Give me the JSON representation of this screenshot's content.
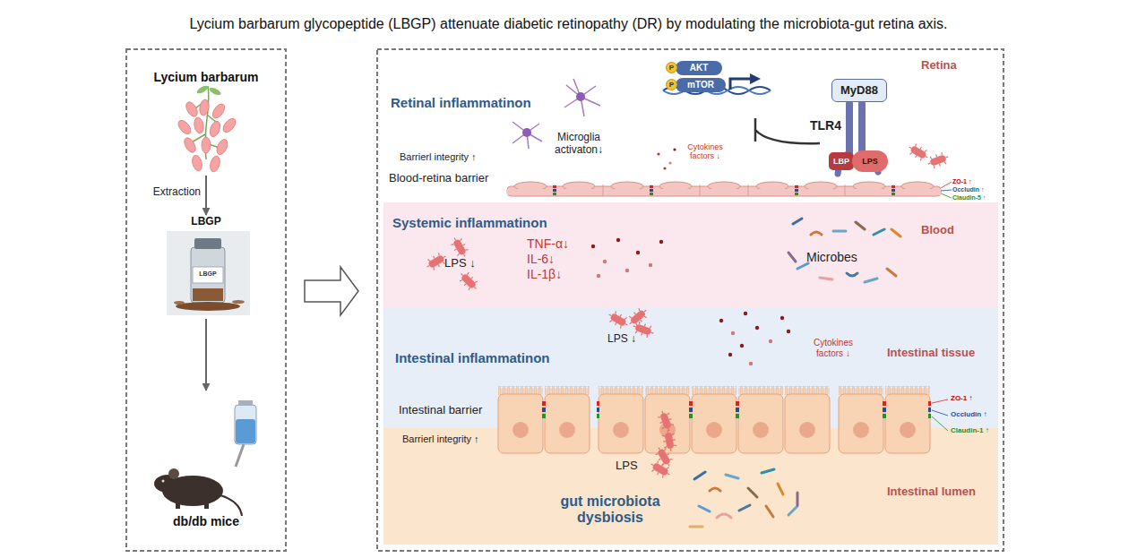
{
  "diagram": {
    "title": "Lycium barbarum glycopeptide (LBGP) attenuate diabetic retinopathy (DR) by modulating the microbiota-gut retina axis.",
    "nodes": [
      {
        "text": [
          "Lycium barbarum"
        ]
      },
      {
        "text": [
          "LBGP"
        ]
      },
      {
        "text": [
          "db/db mice"
        ]
      },
      {
        "text": [
          "Retina"
        ]
      },
      {
        "text": [
          "P"
        ],
        "in": 3
      },
      {
        "text": [
          "AKT"
        ],
        "in": 3
      },
      {
        "text": [
          "P"
        ],
        "in": 3
      },
      {
        "text": [
          "mTOR"
        ],
        "in": 3
      },
      {
        "text": [
          "MyD88"
        ],
        "in": 3
      },
      {
        "text": [
          "LBP"
        ],
        "in": 3
      },
      {
        "text": [
          "LPS"
        ],
        "in": 3
      },
      {
        "text": [
          "Blood"
        ]
      },
      {
        "text": [
          "Intestinal tissue"
        ]
      },
      {
        "text": [
          "Intestinal lumen"
        ]
      }
    ],
    "edges": [
      {
        "from": 0,
        "to": 1,
        "arrow": "to",
        "label": "Extraction"
      },
      {
        "from": 1,
        "to": 2,
        "arrow": "to"
      }
    ],
    "labels": [
      "LBGP",
      "Retinal inflammatinon",
      "Microglia activaton↓",
      "Barrierl integrity ↑",
      "Blood-retina barrier",
      "Cytokines factors ↓",
      "TLR4",
      "ZO-1 ↑",
      "Occludin ↑",
      "Claudin-5 ↑",
      "Systemic inflammatinon",
      "LPS ↓",
      "TNF-α↓",
      "IL-6↓",
      "IL-1β↓",
      "Microbes",
      "LPS ↓",
      "Cytokines factors ↓",
      "Intestinal inflammatinon",
      "Intestinal barrier",
      "Barrierl integrity ↑",
      "ZO-1 ↑",
      "Occludin ↑",
      "Claudin-1 ↑",
      "LPS",
      "gut microbiota dysbiosis"
    ]
  }
}
